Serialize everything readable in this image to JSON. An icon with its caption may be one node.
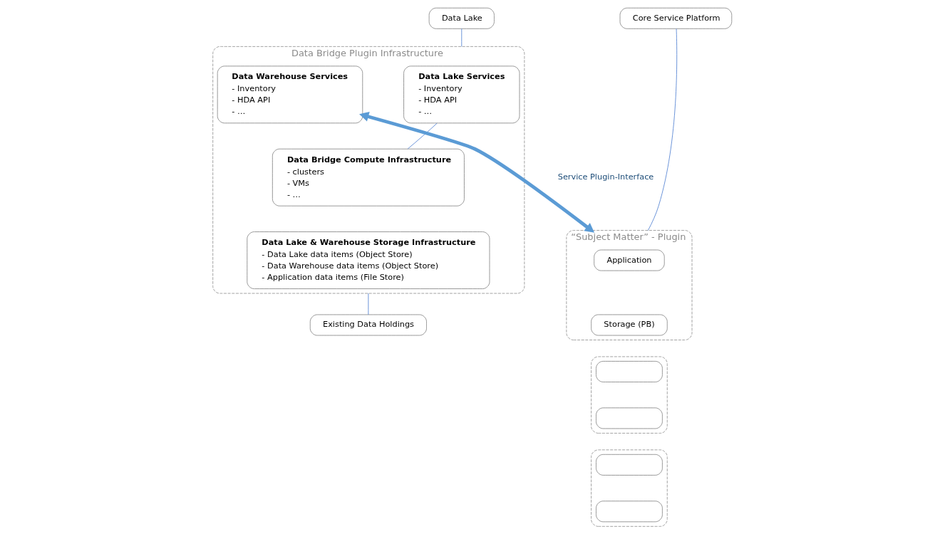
{
  "diagram": {
    "nodes": [
      {
        "text": [
          "Data Lake"
        ]
      },
      {
        "text": [
          "Core Service Platform"
        ]
      },
      {
        "text": [
          "Data Bridge Plugin Infrastructure"
        ]
      },
      {
        "text": [
          "Data Lake Services",
          "- Inventory",
          "- HDA API",
          "- …"
        ],
        "in": 2
      },
      {
        "text": [
          "Data Warehouse Services",
          "- Inventory",
          "- HDA API",
          "- …"
        ],
        "in": 2
      },
      {
        "text": [
          "Data Bridge Compute Infrastructure",
          "- clusters",
          "- VMs",
          "- …"
        ],
        "in": 2
      },
      {
        "text": [
          "Data Lake & Warehouse Storage Infrastructure",
          "- Data Lake data items (Object Store)",
          "- Data Warehouse data items (Object Store)",
          "- Application data items (File Store)"
        ],
        "in": 2
      },
      {
        "text": [
          "“Subject Matter” - Plugin"
        ]
      },
      {
        "text": [
          "Application"
        ],
        "in": 7
      },
      {
        "text": [
          "Storage (PB)"
        ],
        "in": 7
      },
      {
        "text": [],
        "shape": "box"
      },
      {
        "text": [],
        "shape": "box",
        "in": 10
      },
      {
        "text": [],
        "shape": "box",
        "in": 10
      },
      {
        "text": [],
        "shape": "box"
      },
      {
        "text": [],
        "shape": "box",
        "in": 13
      },
      {
        "text": [],
        "shape": "box",
        "in": 13
      },
      {
        "text": [
          "Existing Data Holdings"
        ]
      }
    ],
    "edges": [
      {
        "from": 0,
        "to": 2,
        "arrow": "none"
      },
      {
        "from": 1,
        "to": 7,
        "arrow": "none"
      },
      {
        "from": 3,
        "to": 5,
        "arrow": "none"
      },
      {
        "from": 4,
        "to": 7,
        "arrow": "both",
        "label": "Service Plugin-Interface",
        "style": "thick",
        "color": "#5b9bd5"
      },
      {
        "from": 2,
        "to": 16,
        "arrow": "none"
      }
    ]
  }
}
